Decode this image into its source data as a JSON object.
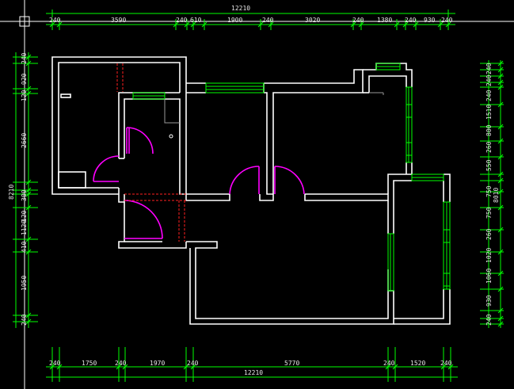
{
  "dimensions": {
    "top_total": "12210",
    "top_segments": [
      "240",
      "3590",
      "240",
      "610",
      "1900",
      "240",
      "3020",
      "240",
      "1380",
      "240",
      "930",
      "240"
    ],
    "bottom_total": "12210",
    "bottom_segments": [
      "240",
      "1750",
      "240",
      "1970",
      "240",
      "5770",
      "240",
      "1520",
      "240"
    ],
    "left_total": "8210",
    "left_segments": [
      "240",
      "920",
      "120",
      "2660",
      "300",
      "120",
      "1120",
      "410",
      "1950",
      "240"
    ],
    "right_total": "8010",
    "right_segments": [
      "240",
      "240",
      "240",
      "1510",
      "800",
      "260",
      "550",
      "750",
      "750",
      "260",
      "1020",
      "1060",
      "930",
      "240"
    ]
  },
  "colors": {
    "background": "#000000",
    "walls": "#ffffff",
    "dimensions": "#00ff00",
    "doors": "#ff00ff",
    "hidden_lines": "#ff2020"
  }
}
